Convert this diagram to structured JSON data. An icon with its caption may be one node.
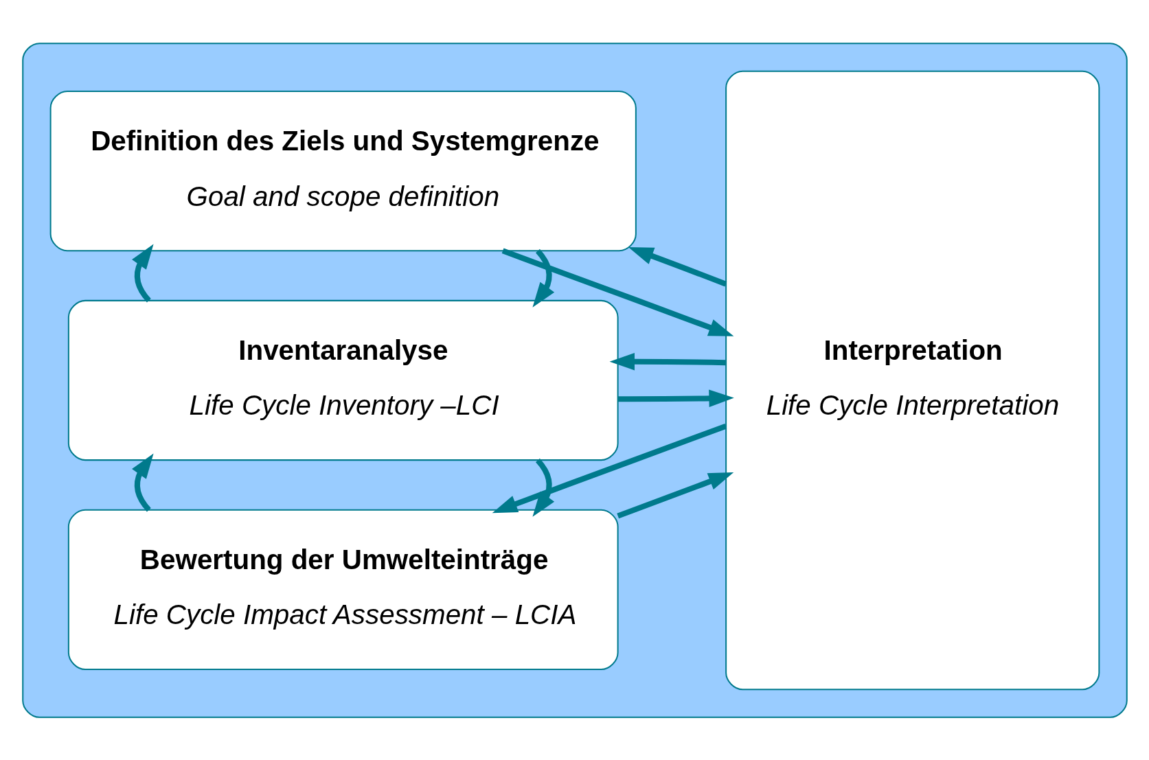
{
  "diagram": {
    "nodes": [
      {
        "text": [],
        "shape": "box"
      },
      {
        "text": [
          "Definition des Ziels und Systemgrenze",
          "Goal and scope definition"
        ],
        "in": 0
      },
      {
        "text": [
          "Inventaranalyse",
          "Life Cycle Inventory –LCI"
        ],
        "in": 0
      },
      {
        "text": [
          "Bewertung der Umwelteinträge",
          "Life Cycle Impact Assessment – LCIA"
        ],
        "in": 0
      },
      {
        "text": [
          "Interpretation",
          "Life Cycle Interpretation"
        ],
        "in": 0
      }
    ],
    "edges": [
      {
        "from": 1,
        "to": 2,
        "arrow": "to"
      },
      {
        "from": 2,
        "to": 1,
        "arrow": "to"
      },
      {
        "from": 2,
        "to": 3,
        "arrow": "to"
      },
      {
        "from": 3,
        "to": 2,
        "arrow": "to"
      },
      {
        "from": 1,
        "to": 4,
        "arrow": "to"
      },
      {
        "from": 4,
        "to": 1,
        "arrow": "to"
      },
      {
        "from": 2,
        "to": 4,
        "arrow": "to"
      },
      {
        "from": 4,
        "to": 2,
        "arrow": "to"
      },
      {
        "from": 3,
        "to": 4,
        "arrow": "to"
      },
      {
        "from": 4,
        "to": 3,
        "arrow": "to"
      }
    ]
  }
}
